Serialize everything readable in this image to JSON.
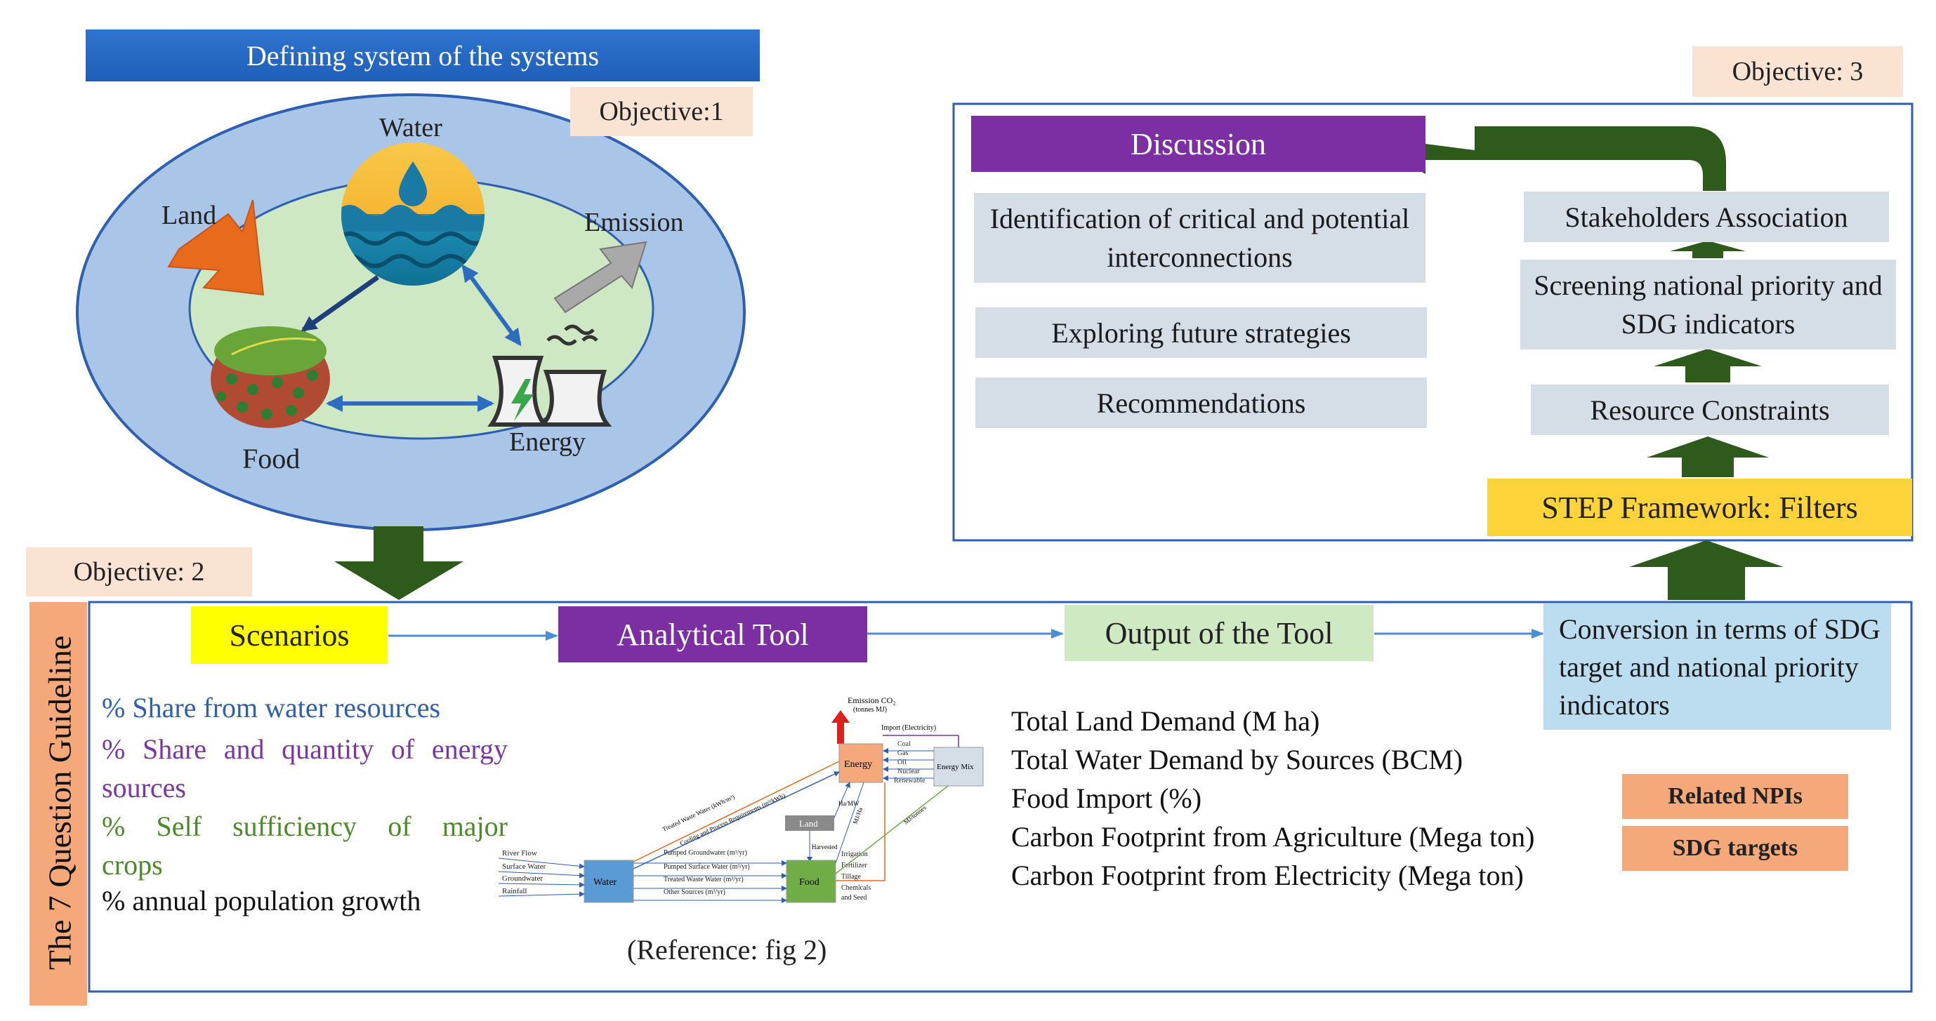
{
  "objective1": {
    "banner": "Defining system of the systems",
    "label": "Objective:1",
    "nodes": {
      "water": "Water",
      "land": "Land",
      "emission": "Emission",
      "food": "Food",
      "energy": "Energy"
    }
  },
  "objective2": {
    "label": "Objective: 2",
    "side_title": "The 7 Question Guideline",
    "scenarios": "Scenarios",
    "analytical_tool": "Analytical Tool",
    "output_of_tool": "Output of the Tool",
    "conversion": "Conversion in terms of SDG target and  national priority indicators",
    "scenario_items": [
      {
        "text": "% Share from water resources",
        "color": "#2e5fb0"
      },
      {
        "text": "% Share and quantity of energy sources",
        "color": "#7b35a5"
      },
      {
        "text": "% Self sufficiency of major crops",
        "color": "#4d8a2a"
      },
      {
        "text": "% annual population growth",
        "color": "#111111"
      }
    ],
    "reference": "(Reference: fig 2)",
    "outputs": [
      "Total Land Demand (M ha)",
      "Total Water Demand by Sources (BCM)",
      "Food Import (%)",
      "Carbon Footprint from Agriculture (Mega ton)",
      "Carbon Footprint from Electricity (Mega ton)"
    ],
    "related_npis": "Related NPIs",
    "sdg_targets": "SDG targets"
  },
  "objective3": {
    "label": "Objective: 3",
    "discussion": "Discussion",
    "discussion_items": [
      "Identification of critical and potential interconnections",
      "Exploring future strategies",
      "Recommendations"
    ],
    "stakeholders": "Stakeholders Association",
    "screening": "Screening national priority and SDG indicators",
    "resource_constraints": "Resource Constraints",
    "step_framework": "STEP Framework: Filters"
  },
  "mini_diagram": {
    "emission": "Emission CO₂",
    "emission_unit": "(tonnes MJ)",
    "import_electricity": "Import (Electricity)",
    "energy": "Energy",
    "energy_mix": "Energy Mix",
    "land": "Land",
    "water": "Water",
    "food": "Food",
    "ha_mw": "Ha/MW",
    "harvest": "Harvested",
    "mj_ha": "MJ/Ha",
    "mj_tonnes": "MJ/tonnes",
    "treated_top": "Treated Waste Water (kWh/m³)",
    "cooling": "Cooling and Process Requirements (m³/kWh)",
    "energy_mix_items": [
      "Coal",
      "Gas",
      "Oil",
      "Nuclear",
      "Renewable"
    ],
    "water_inputs": [
      "River Flow",
      "Surface Water",
      "Groundwater",
      "Rainfall"
    ],
    "water_outputs": [
      "Pumped Groundwater (m³/yr)",
      "Pumped Surface Water (m³/yr)",
      "Treated Waste Water (m³/yr)",
      "Other Sources (m³/yr)"
    ],
    "food_inputs": [
      "Irrigation",
      "Fertilizer",
      "Tillage",
      "Chemicals",
      "and Seed"
    ]
  },
  "colors": {
    "banner_blue": "#1e5fb8",
    "outer_ellipse": "#a9c5e8",
    "inner_ellipse": "#cfe8c4",
    "dark_green_arrow": "#2e5a1c",
    "purple": "#7b2fa3",
    "yellow": "#ffff00",
    "step_yellow": "#ffd43a",
    "output_green": "#cfe9c3",
    "conversion_blue": "#bcdcf0",
    "frame_blue": "#2e5fb0",
    "orange": "#f5a87a"
  }
}
